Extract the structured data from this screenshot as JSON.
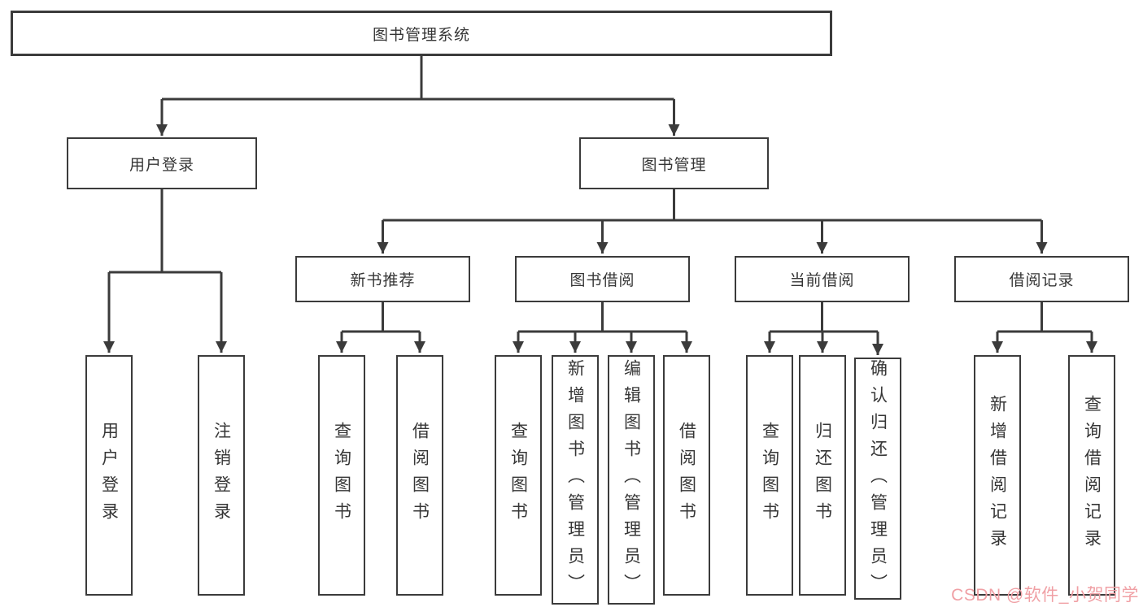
{
  "tree": {
    "label": "图书管理系统",
    "children": [
      {
        "label": "用户登录",
        "children": [
          {
            "label": "用户登录"
          },
          {
            "label": "注销登录"
          }
        ]
      },
      {
        "label": "图书管理",
        "children": [
          {
            "label": "新书推荐",
            "children": [
              {
                "label": "查询图书"
              },
              {
                "label": "借阅图书"
              }
            ]
          },
          {
            "label": "图书借阅",
            "children": [
              {
                "label": "查询图书"
              },
              {
                "label": "新增图书（管理员）"
              },
              {
                "label": "编辑图书（管理员）"
              },
              {
                "label": "借阅图书"
              }
            ]
          },
          {
            "label": "当前借阅",
            "children": [
              {
                "label": "查询图书"
              },
              {
                "label": "归还图书"
              },
              {
                "label": "确认归还（管理员）"
              }
            ]
          },
          {
            "label": "借阅记录",
            "children": [
              {
                "label": "新增借阅记录"
              },
              {
                "label": "查询借阅记录"
              }
            ]
          }
        ]
      }
    ]
  },
  "watermark": {
    "text": "CSDN @软件_小贺同学"
  },
  "colors": {
    "line": "#3b3b3b",
    "text": "#363636",
    "box_bg": "#ffffff",
    "watermark": "#f0a0a5"
  }
}
